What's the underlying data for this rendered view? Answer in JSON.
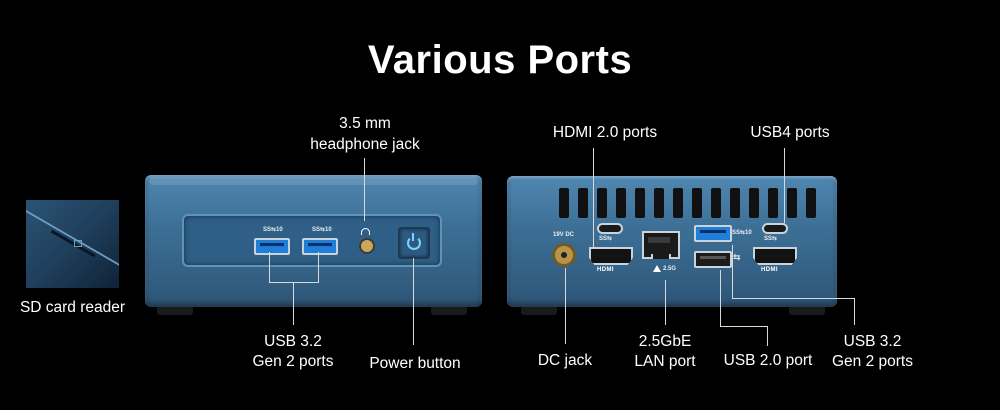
{
  "title": "Various Ports",
  "labels": {
    "headphone": [
      "3.5 mm",
      "headphone jack"
    ],
    "sd_card": "SD card reader",
    "usb32_front": [
      "USB 3.2",
      "Gen 2 ports"
    ],
    "power": "Power button",
    "hdmi": "HDMI 2.0 ports",
    "usb4": "USB4 ports",
    "dc": "DC jack",
    "lan": [
      "2.5GbE",
      "LAN port"
    ],
    "usb20": "USB 2.0 port",
    "usb32_rear": [
      "USB 3.2",
      "Gen 2 ports"
    ]
  },
  "port_marks": {
    "usb_ss": "SS⇆",
    "usb_ss10": "SS⇆10",
    "usb_std": "⇆",
    "hdmi": "HDMI",
    "lan_speed": "2.5G",
    "dc_rating": "19V DC"
  },
  "colors": {
    "background": "#000000",
    "chassis": "#3d6f95",
    "usb3_blue": "#1f7fd8",
    "text": "#ffffff"
  }
}
